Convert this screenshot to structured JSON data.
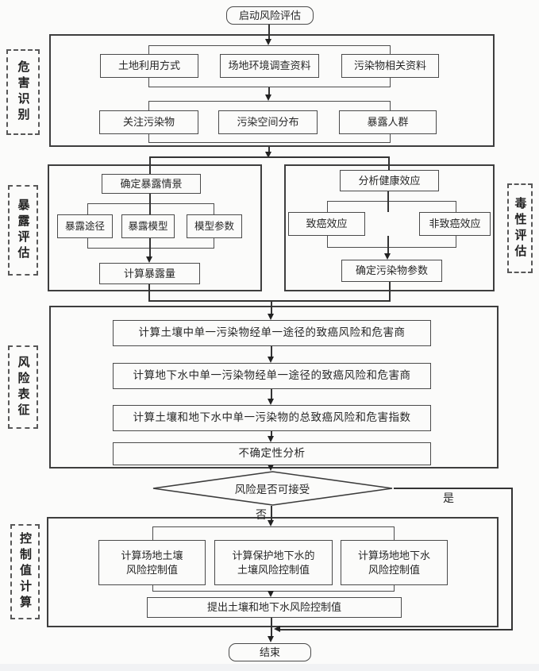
{
  "start": "启动风险评估",
  "end": "结束",
  "hazard": {
    "label": "危害识别",
    "row1": [
      "土地利用方式",
      "场地环境调查资料",
      "污染物相关资料"
    ],
    "row2": [
      "关注污染物",
      "污染空间分布",
      "暴露人群"
    ]
  },
  "exposure": {
    "label": "暴露评估",
    "top": "确定暴露情景",
    "items": [
      "暴露途径",
      "暴露模型",
      "模型参数"
    ],
    "bottom": "计算暴露量"
  },
  "toxicity": {
    "label": "毒性评估",
    "top": "分析健康效应",
    "items": [
      "致癌效应",
      "非致癌效应"
    ],
    "bottom": "确定污染物参数"
  },
  "risk": {
    "label": "风险表征",
    "steps": [
      "计算土壤中单一污染物经单一途径的致癌风险和危害商",
      "计算地下水中单一污染物经单一途径的致癌风险和危害商",
      "计算土壤和地下水中单一污染物的总致癌风险和危害指数",
      "不确定性分析"
    ]
  },
  "decision": {
    "label": "风险是否可接受",
    "yes": "是",
    "no": "否"
  },
  "control": {
    "label": "控制值计算",
    "branches": [
      [
        "计算场地土壤",
        "风险控制值"
      ],
      [
        "计算保护地下水的",
        "土壤风险控制值"
      ],
      [
        "计算场地地下水",
        "风险控制值"
      ]
    ],
    "bottom": "提出土壤和地下水风险控制值"
  }
}
